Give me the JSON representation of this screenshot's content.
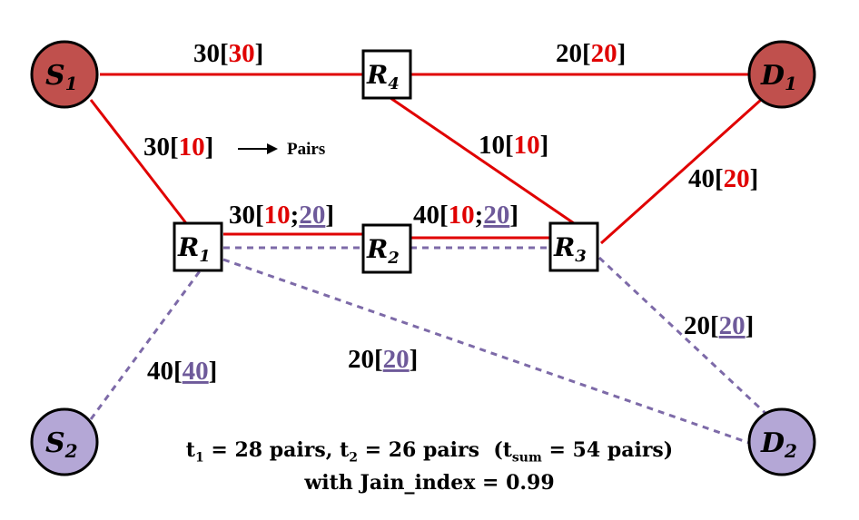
{
  "colors": {
    "source_dest_1": "#c0504d",
    "source_dest_2": "#b4a7d6",
    "flow1_line": "#e00000",
    "flow2_line": "#7d6aa8",
    "label_red": "#e00000",
    "label_purple": "#6e5a9a"
  },
  "nodes": {
    "s1": {
      "letter": "S",
      "sub": "1"
    },
    "s2": {
      "letter": "S",
      "sub": "2"
    },
    "d1": {
      "letter": "D",
      "sub": "1"
    },
    "d2": {
      "letter": "D",
      "sub": "2"
    },
    "r1": {
      "letter": "R",
      "sub": "1"
    },
    "r2": {
      "letter": "R",
      "sub": "2"
    },
    "r3": {
      "letter": "R",
      "sub": "3"
    },
    "r4": {
      "letter": "R",
      "sub": "4"
    }
  },
  "edges": {
    "s1_r4": {
      "cap": "30",
      "f1": "30"
    },
    "r4_d1": {
      "cap": "20",
      "f1": "20"
    },
    "s1_r1": {
      "cap": "30",
      "f1": "10",
      "note": "Pairs"
    },
    "r4_r3": {
      "cap": "10",
      "f1": "10"
    },
    "r3_d1": {
      "cap": "40",
      "f1": "20"
    },
    "r1_r2": {
      "cap": "30",
      "f1": "10",
      "sep": ";",
      "f2": "20"
    },
    "r2_r3": {
      "cap": "40",
      "f1": "10",
      "sep": ";",
      "f2": "20"
    },
    "r3_d2": {
      "cap": "20",
      "f2": "20"
    },
    "r1_d2": {
      "cap": "20",
      "f2": "20"
    },
    "s2_r1": {
      "cap": "40",
      "f2": "40"
    }
  },
  "summary": {
    "t1_sym": "t",
    "t1_sub": "1",
    "t1_val": "= 28 pairs,",
    "t2_sym": "t",
    "t2_sub": "2",
    "t2_val": "= 26 pairs",
    "tsum_open": "(t",
    "tsum_sub": "sum",
    "tsum_val": "= 54 pairs)",
    "jain_prefix": "with Jain_index",
    "jain_val": "= 0.99"
  }
}
